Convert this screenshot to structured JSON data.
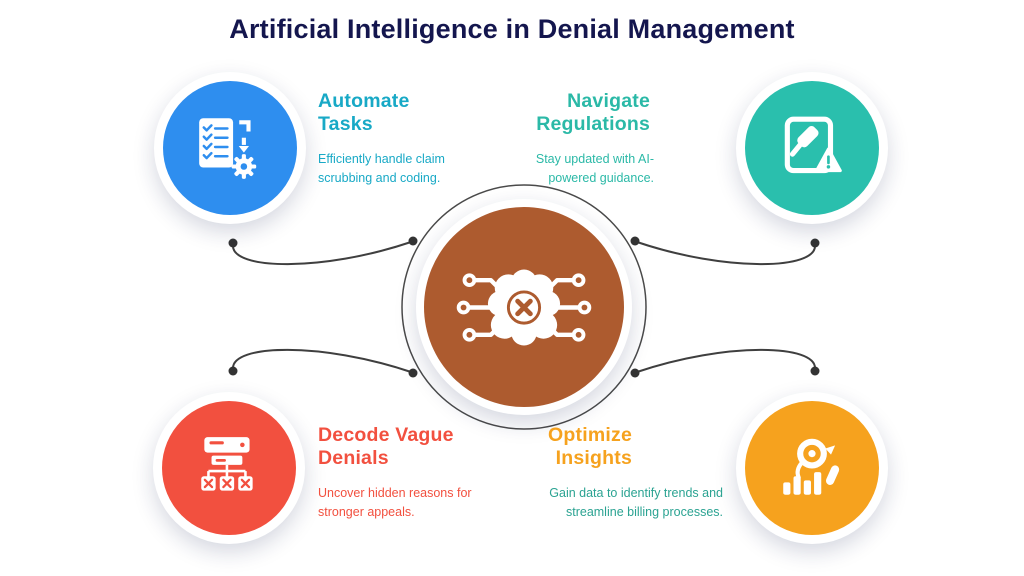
{
  "title": "Artificial Intelligence in Denial Management",
  "title_color": "#14164E",
  "connector_color": "#3F3F3F",
  "center": {
    "icon": "ai-brain-circuit-icon",
    "circle_color": "#AD5B2F"
  },
  "nodes": [
    {
      "id": "automate-tasks",
      "title": "Automate Tasks",
      "description": "Efficiently handle claim scrubbing and coding.",
      "icon": "clipboard-checklist-gear-icon",
      "circle_color": "#2E8EEF",
      "title_color": "#18A9C6",
      "description_color": "#18A9C6"
    },
    {
      "id": "navigate-regulations",
      "title": "Navigate Regulations",
      "description": "Stay updated with AI-powered guidance.",
      "icon": "law-gavel-warning-icon",
      "circle_color": "#2ABFAD",
      "title_color": "#2BB9A7",
      "description_color": "#2BB9A7"
    },
    {
      "id": "decode-vague-denials",
      "title": "Decode Vague Denials",
      "description": "Uncover hidden reasons for stronger appeals.",
      "icon": "denial-flowchart-icon",
      "circle_color": "#F2503F",
      "title_color": "#F2503F",
      "description_color": "#F2503F"
    },
    {
      "id": "optimize-insights",
      "title": "Optimize Insights",
      "description": "Gain data to identify trends and streamline billing processes.",
      "icon": "chart-target-magnifier-icon",
      "circle_color": "#F6A21E",
      "title_color": "#F6A21E",
      "description_color": "#2BA392"
    }
  ]
}
